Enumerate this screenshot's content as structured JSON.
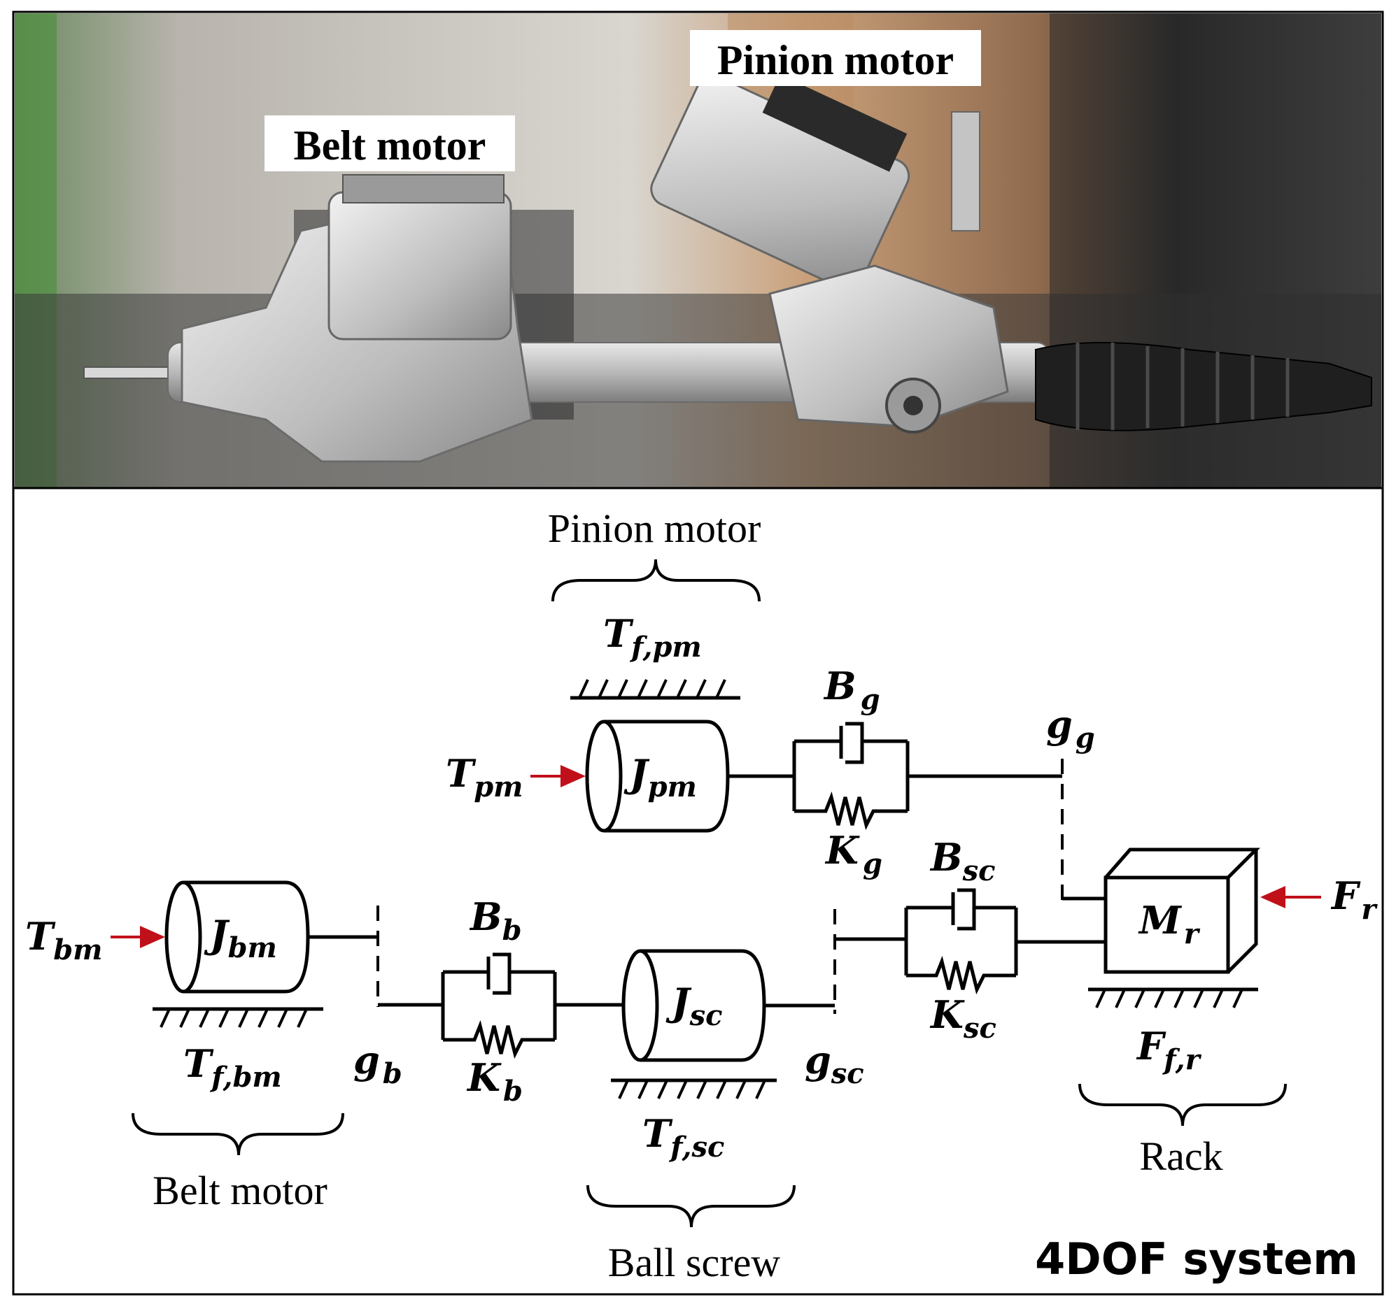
{
  "photo": {
    "labels": {
      "belt_motor": "Belt motor",
      "pinion_motor": "Pinion motor"
    }
  },
  "diagram": {
    "title": "4DOF system",
    "groups": {
      "pinion_motor": "Pinion motor",
      "belt_motor": "Belt motor",
      "ball_screw": "Ball screw",
      "rack": "Rack"
    },
    "symbols": {
      "T_f_pm": {
        "main": "T",
        "sub": "f,pm"
      },
      "B_g": {
        "main": "B",
        "sub": "g"
      },
      "g_g": {
        "main": "g",
        "sub": "g"
      },
      "T_pm": {
        "main": "T",
        "sub": "pm"
      },
      "J_pm": {
        "main": "J",
        "sub": "pm"
      },
      "K_g": {
        "main": "K",
        "sub": "g"
      },
      "B_sc": {
        "main": "B",
        "sub": "sc"
      },
      "T_bm": {
        "main": "T",
        "sub": "bm"
      },
      "J_bm": {
        "main": "J",
        "sub": "bm"
      },
      "B_b": {
        "main": "B",
        "sub": "b"
      },
      "J_sc": {
        "main": "J",
        "sub": "sc"
      },
      "K_sc": {
        "main": "K",
        "sub": "sc"
      },
      "M_r": {
        "main": "M",
        "sub": "r"
      },
      "F_r": {
        "main": "F",
        "sub": "r"
      },
      "T_f_bm": {
        "main": "T",
        "sub": "f,bm"
      },
      "g_b": {
        "main": "g",
        "sub": "b"
      },
      "K_b": {
        "main": "K",
        "sub": "b"
      },
      "g_sc": {
        "main": "g",
        "sub": "sc"
      },
      "T_f_sc": {
        "main": "T",
        "sub": "f,sc"
      },
      "F_f_r": {
        "main": "F",
        "sub": "f,r"
      }
    },
    "colors": {
      "force_arrow": "#c0101a"
    }
  }
}
